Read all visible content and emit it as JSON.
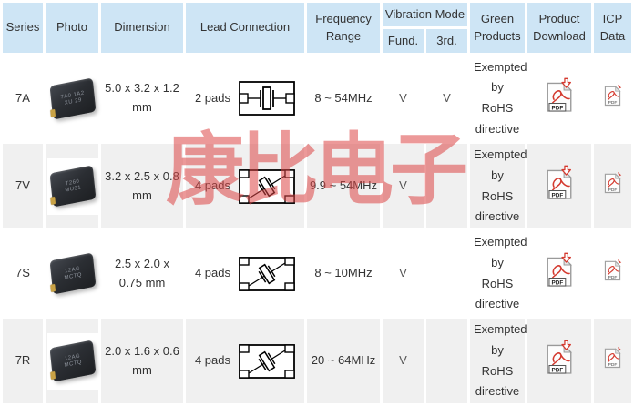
{
  "watermark": {
    "text": "康比电子"
  },
  "colors": {
    "header_bg": "#cee5f5",
    "row_alt_bg": "#f0f0f0",
    "watermark_red": "#dd4646",
    "pdf_red": "#d43a2f"
  },
  "table": {
    "headers": {
      "series": "Series",
      "photo": "Photo",
      "dimension": "Dimension",
      "lead_connection": "Lead Connection",
      "frequency_range": "Frequency Range",
      "vibration_mode": "Vibration Mode",
      "fund": "Fund.",
      "third": "3rd.",
      "green_products": "Green Products",
      "product_download": "Product Download",
      "icp_data": "ICP Data"
    },
    "rows": [
      {
        "series": "7A",
        "chip_line1": "7A0 1A2",
        "chip_line2": "XU 29",
        "dimension": "5.0 x 3.2 x 1.2 mm",
        "pads": "2 pads",
        "frequency": "8 ~ 54MHz",
        "fund": "V",
        "third": "V",
        "green": "Exempted by RoHS directive"
      },
      {
        "series": "7V",
        "chip_line1": "T260",
        "chip_line2": "MU31",
        "dimension": "3.2 x 2.5 x 0.8 mm",
        "pads": "4 pads",
        "frequency": "9.9 ~ 54MHz",
        "fund": "V",
        "third": "",
        "green": "Exempted by RoHS directive"
      },
      {
        "series": "7S",
        "chip_line1": "12AG",
        "chip_line2": "MCTQ",
        "dimension": "2.5 x 2.0 x 0.75 mm",
        "pads": "4 pads",
        "frequency": "8 ~ 10MHz",
        "fund": "V",
        "third": "",
        "green": "Exempted by RoHS directive"
      },
      {
        "series": "7R",
        "chip_line1": "12AG",
        "chip_line2": "MCTQ",
        "dimension": "2.0 x 1.6 x 0.6 mm",
        "pads": "4 pads",
        "frequency": "20 ~ 64MHz",
        "fund": "V",
        "third": "",
        "green": "Exempted by RoHS directive"
      }
    ]
  }
}
